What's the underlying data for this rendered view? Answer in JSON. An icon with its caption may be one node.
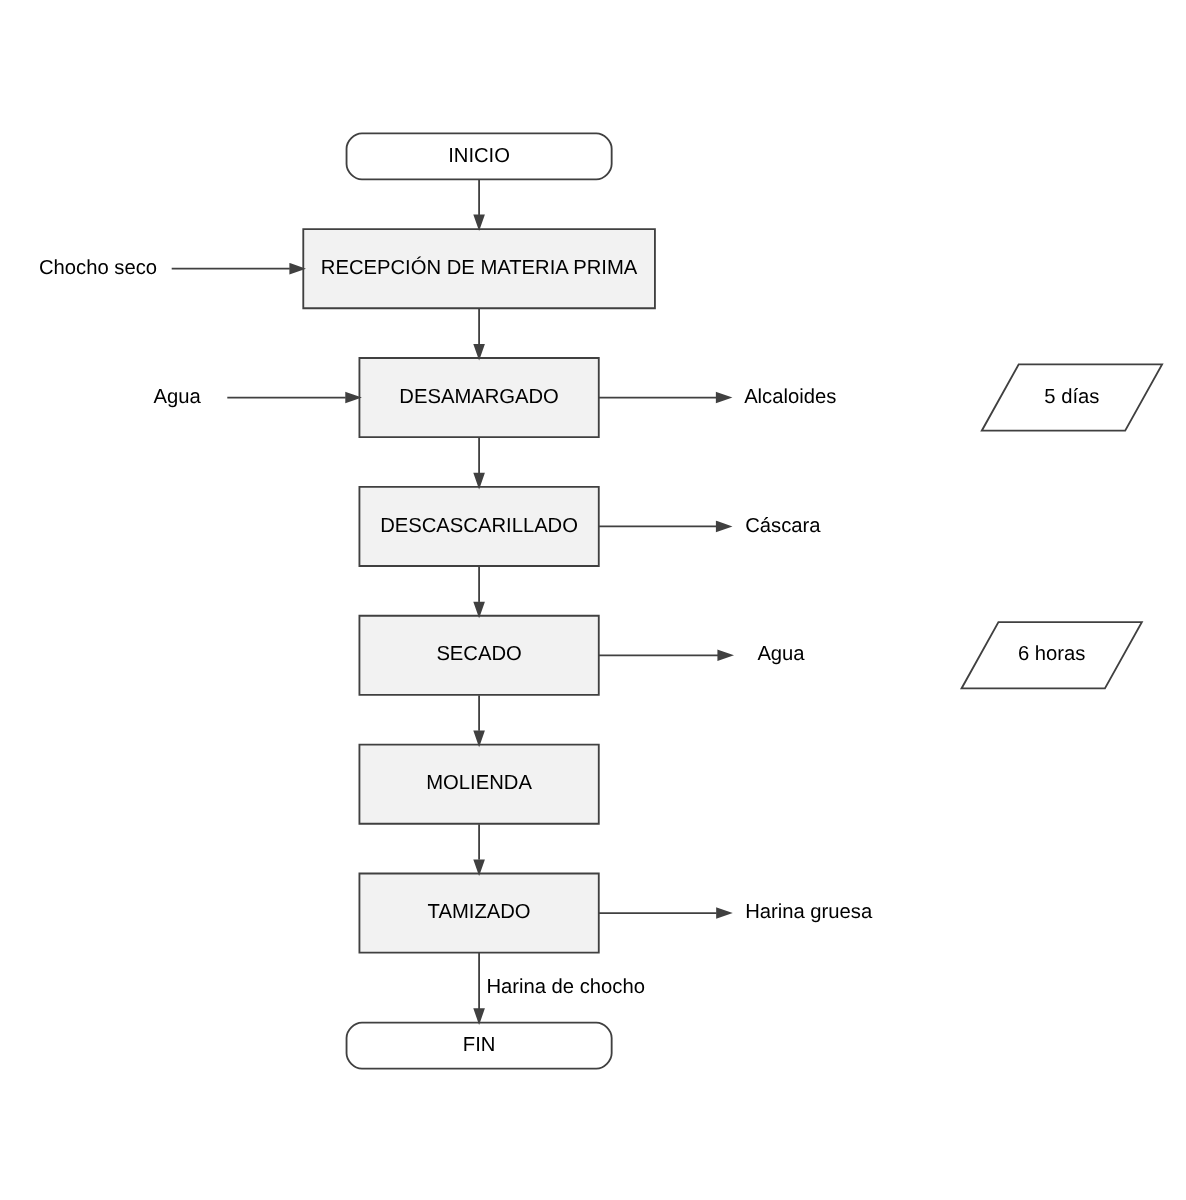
{
  "diagram": {
    "nodes": [
      {
        "text": [
          "INICIO"
        ]
      },
      {
        "text": [
          "RECEPCIÓN DE MATERIA PRIMA"
        ]
      },
      {
        "text": [
          "DESAMARGADO"
        ]
      },
      {
        "text": [
          "DESCASCARILLADO"
        ]
      },
      {
        "text": [
          "SECADO"
        ]
      },
      {
        "text": [
          "MOLIENDA"
        ]
      },
      {
        "text": [
          "TAMIZADO"
        ]
      },
      {
        "text": [
          "FIN"
        ]
      },
      {
        "text": [
          "Chocho seco"
        ]
      },
      {
        "text": [
          "Agua"
        ]
      },
      {
        "text": [
          "Alcaloides"
        ]
      },
      {
        "text": [
          "5 días"
        ]
      },
      {
        "text": [
          "Cáscara"
        ]
      },
      {
        "text": [
          "Agua"
        ]
      },
      {
        "text": [
          "6 horas"
        ]
      },
      {
        "text": [
          "Harina gruesa"
        ]
      }
    ],
    "edges": [
      {
        "from": 0,
        "to": 1,
        "arrow": "to"
      },
      {
        "from": 1,
        "to": 2,
        "arrow": "to"
      },
      {
        "from": 2,
        "to": 3,
        "arrow": "to"
      },
      {
        "from": 3,
        "to": 4,
        "arrow": "to"
      },
      {
        "from": 4,
        "to": 5,
        "arrow": "to"
      },
      {
        "from": 5,
        "to": 6,
        "arrow": "to"
      },
      {
        "from": 6,
        "to": 7,
        "arrow": "to",
        "label": "Harina de chocho"
      },
      {
        "from": 8,
        "to": 1,
        "arrow": "to"
      },
      {
        "from": 9,
        "to": 2,
        "arrow": "to"
      },
      {
        "from": 2,
        "to": 10,
        "arrow": "to"
      },
      {
        "from": 3,
        "to": 12,
        "arrow": "to"
      },
      {
        "from": 4,
        "to": 13,
        "arrow": "to"
      },
      {
        "from": 6,
        "to": 15,
        "arrow": "to"
      }
    ]
  }
}
